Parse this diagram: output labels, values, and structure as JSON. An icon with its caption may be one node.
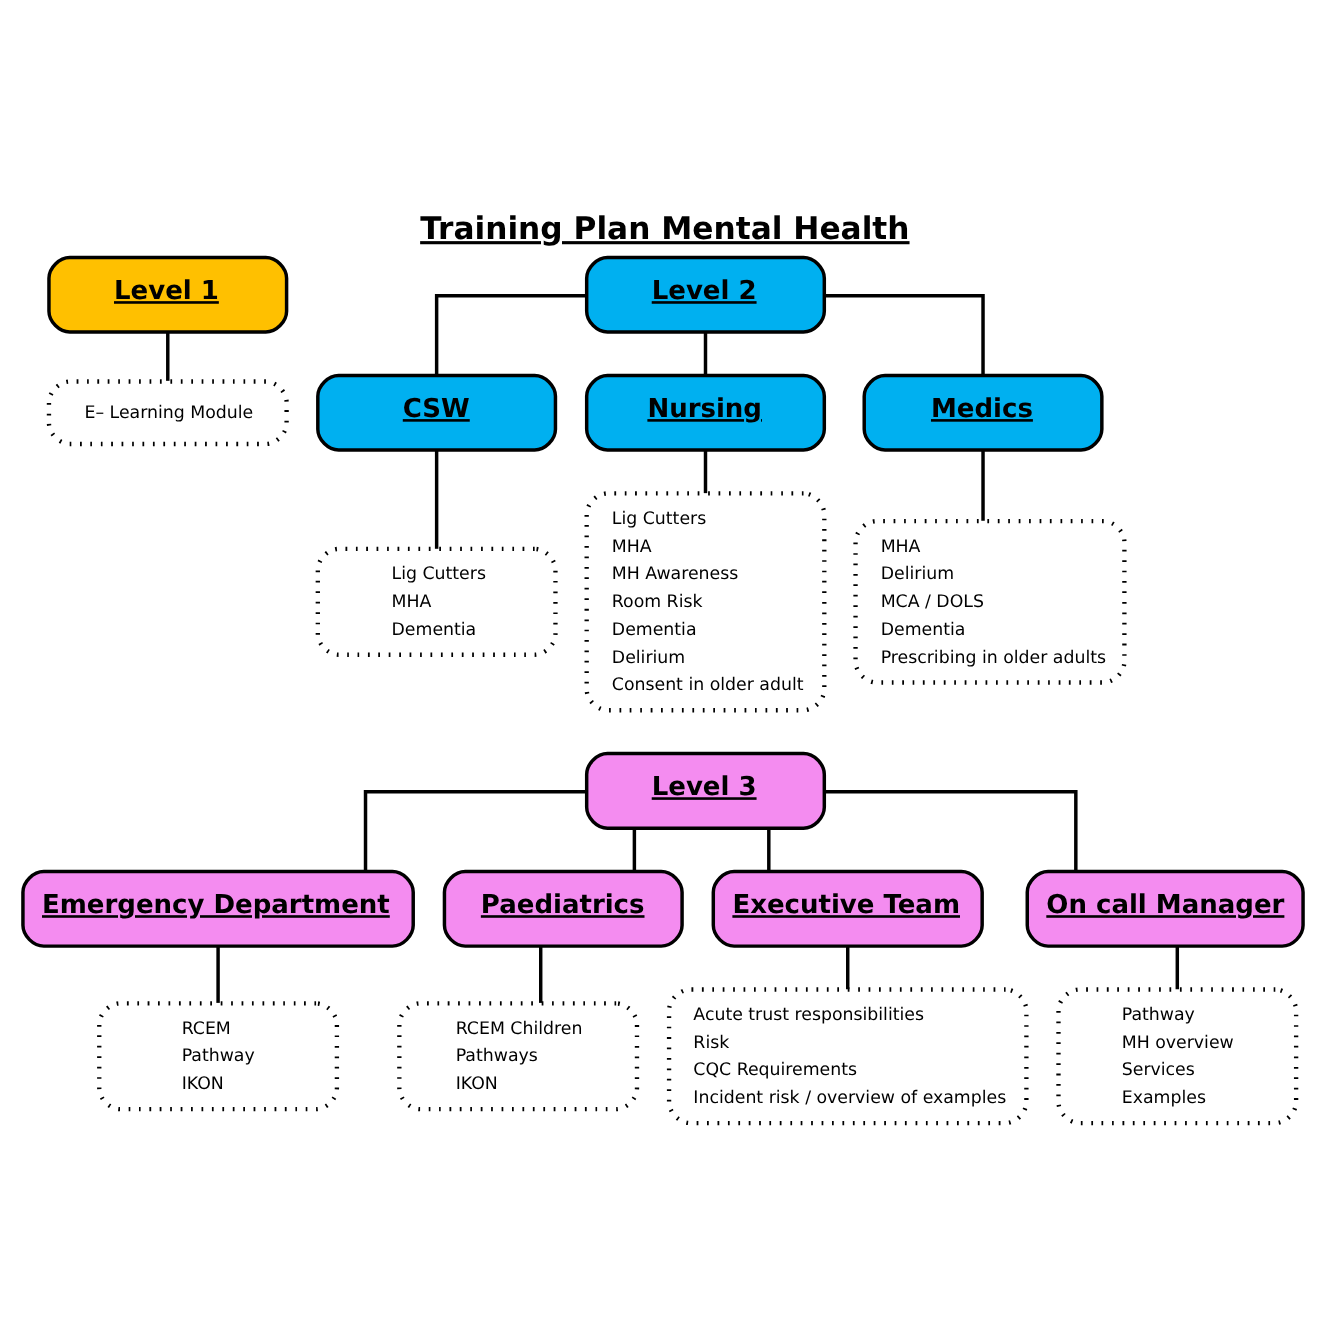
{
  "diagram": {
    "title": "Training Plan Mental Health",
    "nodes": [
      {
        "text": [
          "Level 1"
        ]
      },
      {
        "text": [
          "E– Learning Module"
        ]
      },
      {
        "text": [
          "Level 2"
        ]
      },
      {
        "text": [
          "CSW"
        ]
      },
      {
        "text": [
          "Nursing"
        ]
      },
      {
        "text": [
          "Medics"
        ]
      },
      {
        "text": [
          "Lig Cutters",
          "MHA",
          "Dementia"
        ]
      },
      {
        "text": [
          "Lig Cutters",
          "MHA",
          "MH Awareness",
          "Room Risk",
          "Dementia",
          "Delirium",
          "Consent in older adult"
        ]
      },
      {
        "text": [
          "MHA",
          "Delirium",
          "MCA / DOLS",
          "Dementia",
          "Prescribing in older adults"
        ]
      },
      {
        "text": [
          "Level 3"
        ]
      },
      {
        "text": [
          "Emergency Department"
        ]
      },
      {
        "text": [
          "Paediatrics"
        ]
      },
      {
        "text": [
          "Executive Team"
        ]
      },
      {
        "text": [
          "On call Manager"
        ]
      },
      {
        "text": [
          "RCEM",
          "Pathway",
          "IKON"
        ]
      },
      {
        "text": [
          "RCEM Children",
          "Pathways",
          "IKON"
        ]
      },
      {
        "text": [
          "Acute trust responsibilities",
          "Risk",
          "CQC Requirements",
          "Incident risk / overview of examples"
        ]
      },
      {
        "text": [
          "Pathway",
          "MH overview",
          "Services",
          "Examples"
        ]
      }
    ],
    "edges": [
      {
        "from": 0,
        "to": 1,
        "arrow": "none"
      },
      {
        "from": 2,
        "to": 3,
        "arrow": "none"
      },
      {
        "from": 2,
        "to": 4,
        "arrow": "none"
      },
      {
        "from": 2,
        "to": 5,
        "arrow": "none"
      },
      {
        "from": 3,
        "to": 6,
        "arrow": "none"
      },
      {
        "from": 4,
        "to": 7,
        "arrow": "none"
      },
      {
        "from": 5,
        "to": 8,
        "arrow": "none"
      },
      {
        "from": 9,
        "to": 10,
        "arrow": "none"
      },
      {
        "from": 9,
        "to": 11,
        "arrow": "none"
      },
      {
        "from": 9,
        "to": 12,
        "arrow": "none"
      },
      {
        "from": 9,
        "to": 13,
        "arrow": "none"
      },
      {
        "from": 10,
        "to": 14,
        "arrow": "none"
      },
      {
        "from": 11,
        "to": 15,
        "arrow": "none"
      },
      {
        "from": 12,
        "to": 16,
        "arrow": "none"
      },
      {
        "from": 13,
        "to": 17,
        "arrow": "none"
      }
    ]
  }
}
